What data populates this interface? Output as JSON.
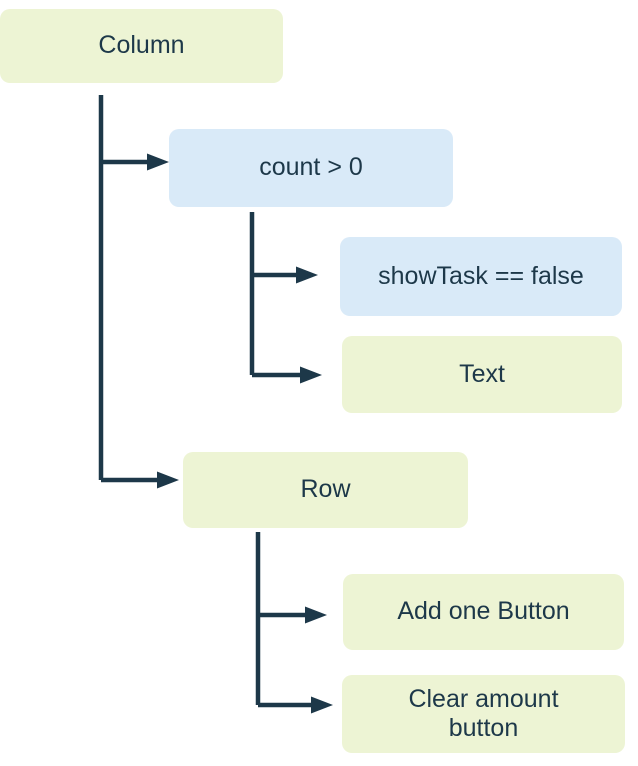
{
  "diagram": {
    "type": "widget-tree",
    "colors": {
      "background": "#ffffff",
      "widget_node_fill": "#edf4d4",
      "condition_node_fill": "#d9eaf8",
      "line": "#1d3849",
      "text": "#1d3849"
    },
    "nodes": {
      "column": {
        "label": "Column",
        "kind": "widget"
      },
      "count_condition": {
        "label": "count > 0",
        "kind": "condition"
      },
      "showtask_condition": {
        "label": "showTask == false",
        "kind": "condition"
      },
      "text": {
        "label": "Text",
        "kind": "widget"
      },
      "row": {
        "label": "Row",
        "kind": "widget"
      },
      "add_one_button": {
        "label": "Add one Button",
        "kind": "widget"
      },
      "clear_amount_button": {
        "label": "Clear amount button",
        "kind": "widget"
      }
    },
    "edges": [
      {
        "from": "column",
        "to": "count_condition"
      },
      {
        "from": "count_condition",
        "to": "showtask_condition"
      },
      {
        "from": "count_condition",
        "to": "text"
      },
      {
        "from": "column",
        "to": "row"
      },
      {
        "from": "row",
        "to": "add_one_button"
      },
      {
        "from": "row",
        "to": "clear_amount_button"
      }
    ]
  }
}
